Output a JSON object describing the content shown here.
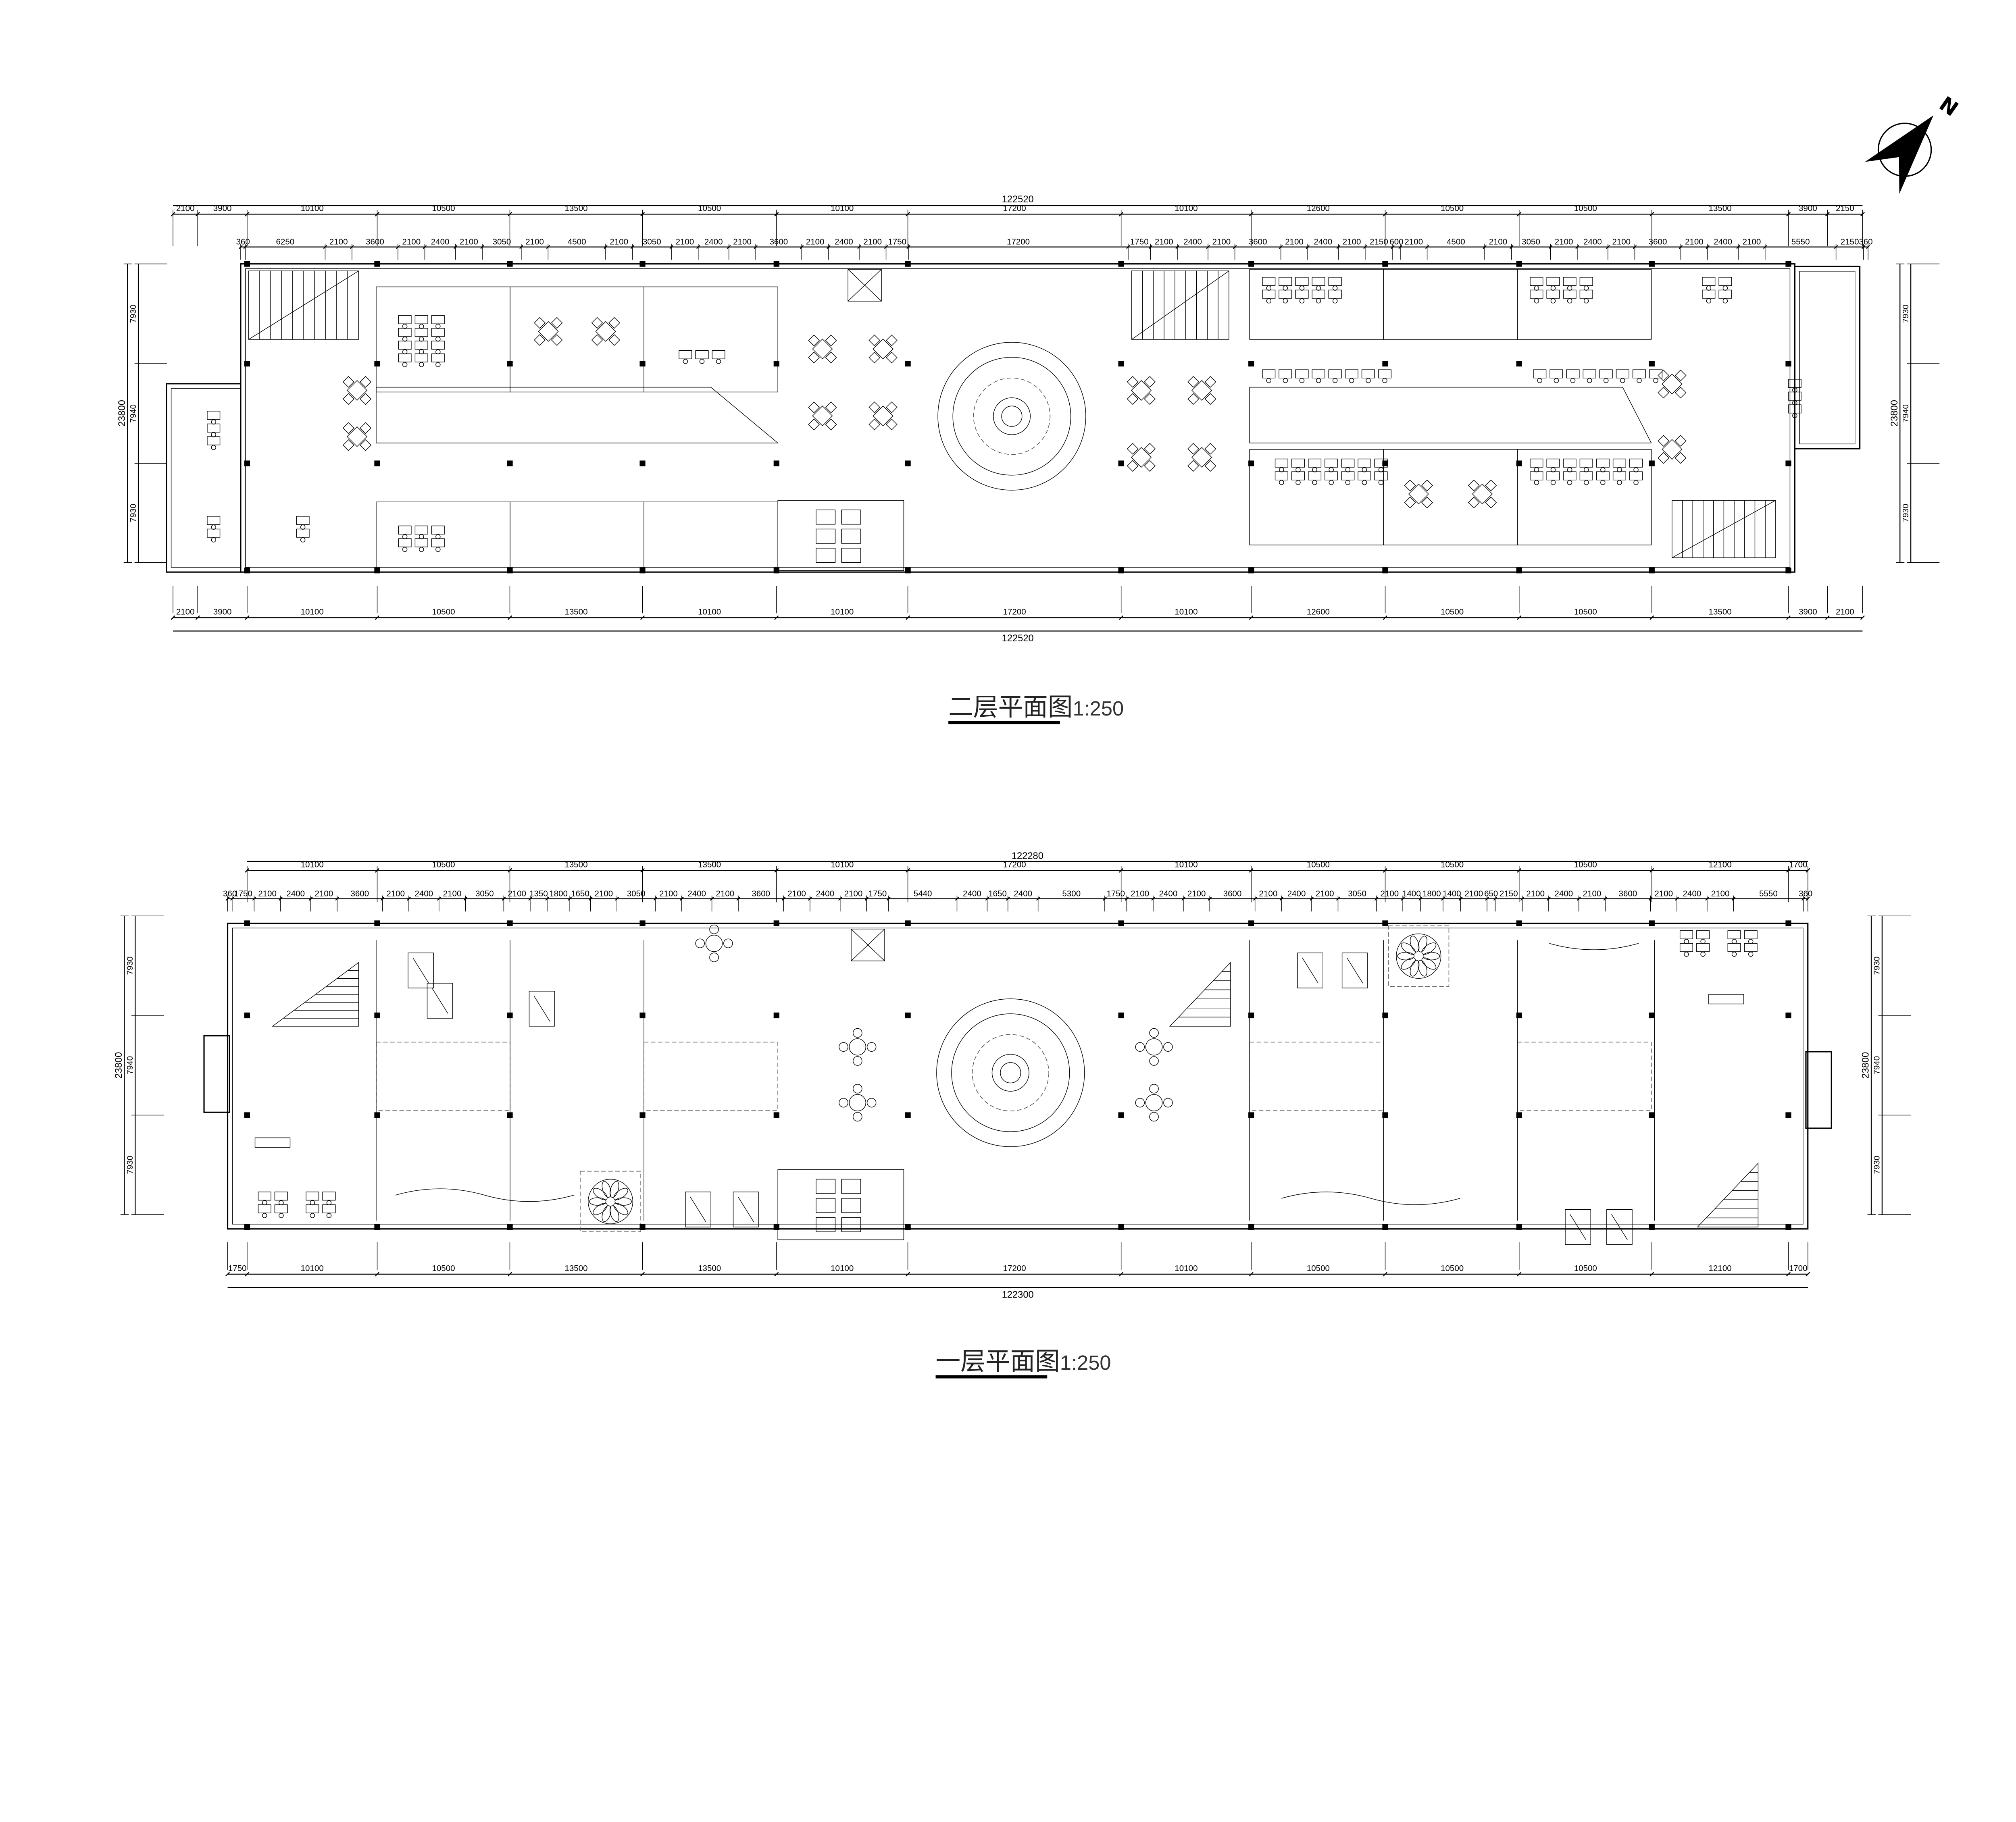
{
  "north_arrow": {
    "label": "N"
  },
  "plans": [
    {
      "title": "二层平面图",
      "scale": "1:250",
      "overall_top": "122520",
      "overall_bottom": "122520",
      "axis_top": [
        "2100",
        "3900",
        "10100",
        "10500",
        "13500",
        "10500",
        "10100",
        "17200",
        "10100",
        "12600",
        "10500",
        "10500",
        "13500",
        "3900",
        "2150"
      ],
      "axis_bottom": [
        "2100",
        "3900",
        "10100",
        "10500",
        "13500",
        "10100",
        "10100",
        "17200",
        "10100",
        "12600",
        "10500",
        "10500",
        "13500",
        "3900",
        "2100"
      ],
      "detail_top": [
        "360",
        "6250",
        "2100",
        "3600",
        "2100",
        "2400",
        "2100",
        "3050",
        "2100",
        "4500",
        "2100",
        "3050",
        "2100",
        "2400",
        "2100",
        "3600",
        "2100",
        "2400",
        "2100",
        "1750",
        "17200",
        "1750",
        "2100",
        "2400",
        "2100",
        "3600",
        "2100",
        "2400",
        "2100",
        "2150",
        "600",
        "2100",
        "4500",
        "2100",
        "3050",
        "2100",
        "2400",
        "2100",
        "3600",
        "2100",
        "2400",
        "2100",
        "5550",
        "2150",
        "360"
      ],
      "vertical_left": {
        "total": "23800",
        "segments": [
          "7930",
          "7940",
          "7930"
        ]
      },
      "vertical_right": {
        "total": "23800",
        "segments": [
          "7930",
          "7940",
          "7930"
        ]
      }
    },
    {
      "title": "一层平面图",
      "scale": "1:250",
      "overall_top": "122280",
      "overall_bottom": "122300",
      "axis_top": [
        "10100",
        "10500",
        "13500",
        "13500",
        "10100",
        "17200",
        "10100",
        "10500",
        "10500",
        "10500",
        "12100",
        "1700"
      ],
      "axis_bottom": [
        "1750",
        "10100",
        "10500",
        "13500",
        "13500",
        "10100",
        "17200",
        "10100",
        "10500",
        "10500",
        "10500",
        "12100",
        "1700"
      ],
      "detail_top": [
        "360",
        "1750",
        "2100",
        "2400",
        "2100",
        "3600",
        "2100",
        "2400",
        "2100",
        "3050",
        "2100",
        "1350",
        "1800",
        "1650",
        "2100",
        "3050",
        "2100",
        "2400",
        "2100",
        "3600",
        "2100",
        "2400",
        "2100",
        "1750",
        "5440",
        "2400",
        "1650",
        "2400",
        "5300",
        "1750",
        "2100",
        "2400",
        "2100",
        "3600",
        "2100",
        "2400",
        "2100",
        "3050",
        "2100",
        "1400",
        "1800",
        "1400",
        "2100",
        "650",
        "2150",
        "2100",
        "2400",
        "2100",
        "3600",
        "2100",
        "2400",
        "2100",
        "5550",
        "360"
      ],
      "vertical_left": {
        "total": "23800",
        "segments": [
          "7930",
          "7940",
          "7930"
        ]
      },
      "vertical_right": {
        "total": "23800",
        "segments": [
          "7930",
          "7940",
          "7930"
        ]
      }
    }
  ]
}
